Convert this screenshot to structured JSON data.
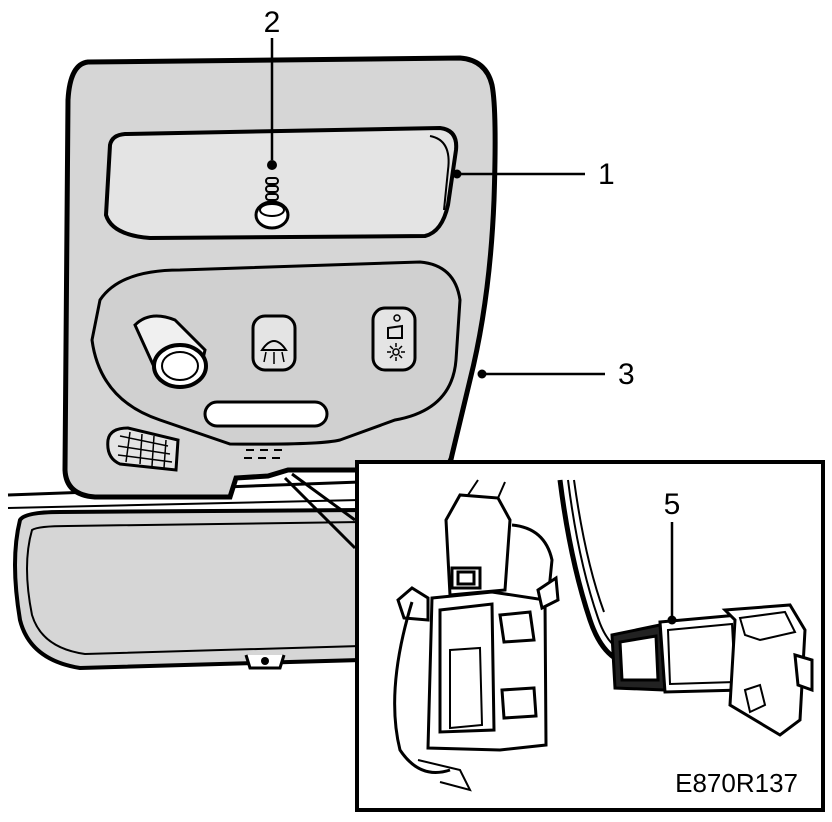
{
  "callouts": {
    "label_1": "1",
    "label_2": "2",
    "label_3": "3",
    "label_5": "5"
  },
  "figure_id": "E870R137",
  "colors": {
    "ink": "#000000",
    "panel_fill": "#d6d6d6",
    "lens_fill": "#e4e4e4",
    "paper": "#ffffff"
  }
}
